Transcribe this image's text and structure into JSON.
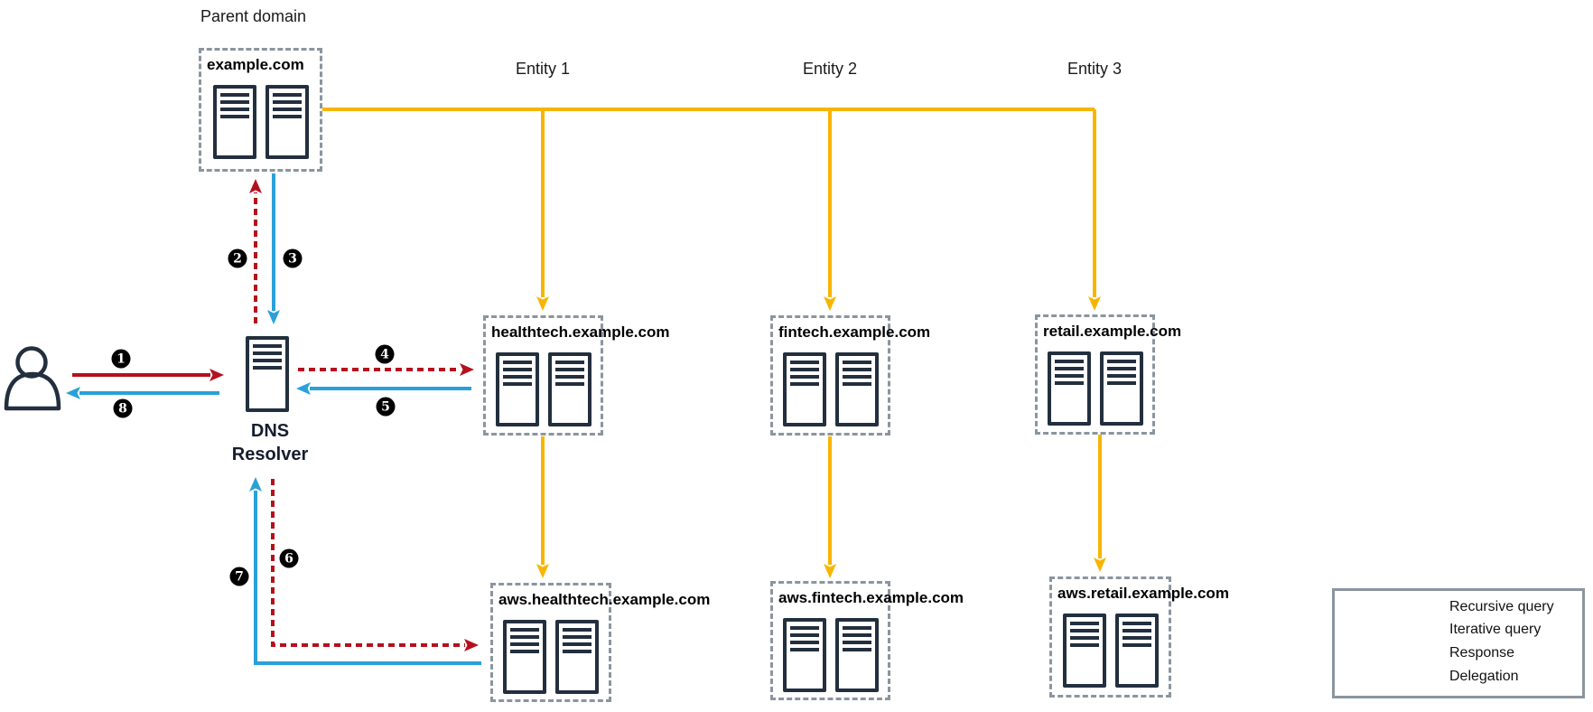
{
  "labels": {
    "parent_domain": "Parent domain",
    "entity_1": "Entity 1",
    "entity_2": "Entity 2",
    "entity_3": "Entity 3"
  },
  "nodes": {
    "parent": {
      "label": "example.com"
    },
    "healthtech": {
      "label": "healthtech.example.com"
    },
    "fintech": {
      "label": "fintech.example.com"
    },
    "retail": {
      "label": "retail.example.com"
    },
    "aws_healthtech": {
      "label": "aws.healthtech.example.com"
    },
    "aws_fintech": {
      "label": "aws.fintech.example.com"
    },
    "aws_retail": {
      "label": "aws.retail.example.com"
    },
    "dns_resolver": {
      "label": "DNS\nResolver"
    }
  },
  "steps": {
    "s1": "1",
    "s2": "2",
    "s3": "3",
    "s4": "4",
    "s5": "5",
    "s6": "6",
    "s7": "7",
    "s8": "8"
  },
  "legend": {
    "items": [
      {
        "name": "recursive-query",
        "label": "Recursive query",
        "color": "#b5101d",
        "line_style": "solid"
      },
      {
        "name": "iterative-query",
        "label": "Iterative query",
        "color": "#b5101d",
        "line_style": "dashed"
      },
      {
        "name": "response",
        "label": "Response",
        "color": "#2aa0d8",
        "line_style": "solid"
      },
      {
        "name": "delegation",
        "label": "Delegation",
        "color": "#f7b500",
        "line_style": "solid"
      }
    ]
  },
  "colors": {
    "recursive_query": "#b5101d",
    "iterative_query": "#b5101d",
    "response": "#2aa0d8",
    "delegation": "#f7b500",
    "server_outline": "#232f3e",
    "box_border": "#8b95a0",
    "text": "#000000"
  }
}
